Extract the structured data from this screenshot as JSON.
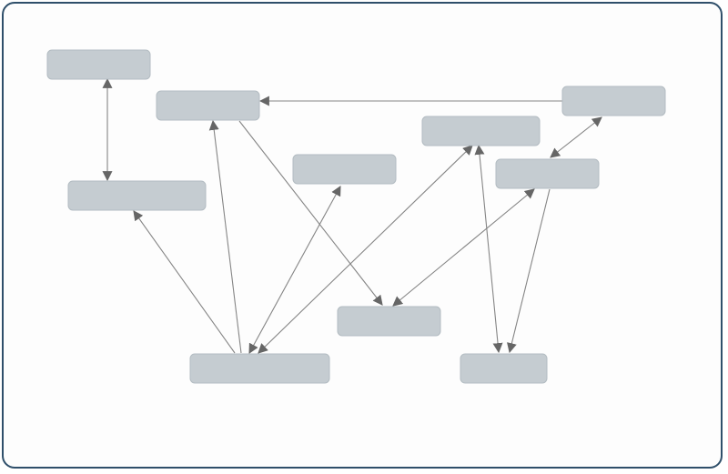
{
  "diagram": {
    "nodes": [
      {
        "id": "n1",
        "label": ""
      },
      {
        "id": "n2",
        "label": ""
      },
      {
        "id": "n3",
        "label": ""
      },
      {
        "id": "n4",
        "label": ""
      },
      {
        "id": "n5",
        "label": ""
      },
      {
        "id": "n6",
        "label": ""
      },
      {
        "id": "n7",
        "label": ""
      },
      {
        "id": "n8",
        "label": ""
      },
      {
        "id": "n9",
        "label": ""
      },
      {
        "id": "n10",
        "label": ""
      }
    ],
    "edges": [
      {
        "from": "n1",
        "to": "n4",
        "direction": "both"
      },
      {
        "from": "n8",
        "to": "n2",
        "direction": "forward"
      },
      {
        "from": "n8",
        "to": "n7",
        "direction": "both"
      },
      {
        "from": "n2",
        "to": "n10",
        "direction": "forward"
      },
      {
        "from": "n5",
        "to": "n4",
        "direction": "forward"
      },
      {
        "from": "n5",
        "to": "n2",
        "direction": "forward"
      },
      {
        "from": "n5",
        "to": "n3",
        "direction": "both"
      },
      {
        "from": "n5",
        "to": "n6",
        "direction": "both"
      },
      {
        "from": "n6",
        "to": "n9",
        "direction": "both"
      },
      {
        "from": "n7",
        "to": "n10",
        "direction": "both"
      },
      {
        "from": "n7",
        "to": "n9",
        "direction": "forward"
      }
    ]
  },
  "colors": {
    "node_fill": "#c5ccd1",
    "edge": "#858585",
    "arrowhead": "#666666",
    "frame_border": "#2f4f6a"
  }
}
